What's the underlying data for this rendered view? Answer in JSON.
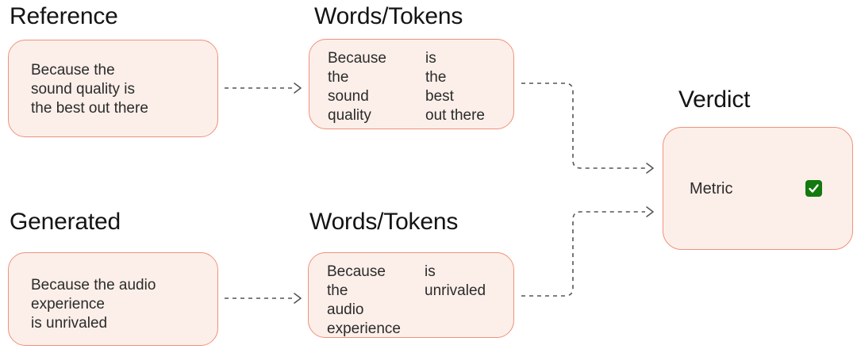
{
  "colors": {
    "box-bg": "#FCEFE9",
    "box-border": "#F0917C",
    "arrow": "#555555",
    "heading": "#141414",
    "body-text": "#2B2B2B",
    "check-green": "#14790F",
    "check-mark": "#FFFFFF"
  },
  "headings": {
    "reference": "Reference",
    "words_tokens_top": "Words/Tokens",
    "generated": "Generated",
    "words_tokens_bottom": "Words/Tokens",
    "verdict": "Verdict"
  },
  "reference_box": {
    "lines": [
      "Because the",
      "sound quality is",
      "the best out there"
    ]
  },
  "generated_box": {
    "lines": [
      "Because the audio",
      "experience",
      "is unrivaled"
    ]
  },
  "words_top_box": {
    "col1": [
      "Because",
      "the",
      "sound",
      "quality"
    ],
    "col2": [
      "is",
      "the",
      "best",
      "out there"
    ]
  },
  "words_bottom_box": {
    "col1": [
      "Because",
      "the",
      "audio",
      "experience"
    ],
    "col2": [
      "is",
      "unrivaled"
    ]
  },
  "verdict_box": {
    "metric_label": "Metric",
    "checkbox_state": "checked"
  }
}
